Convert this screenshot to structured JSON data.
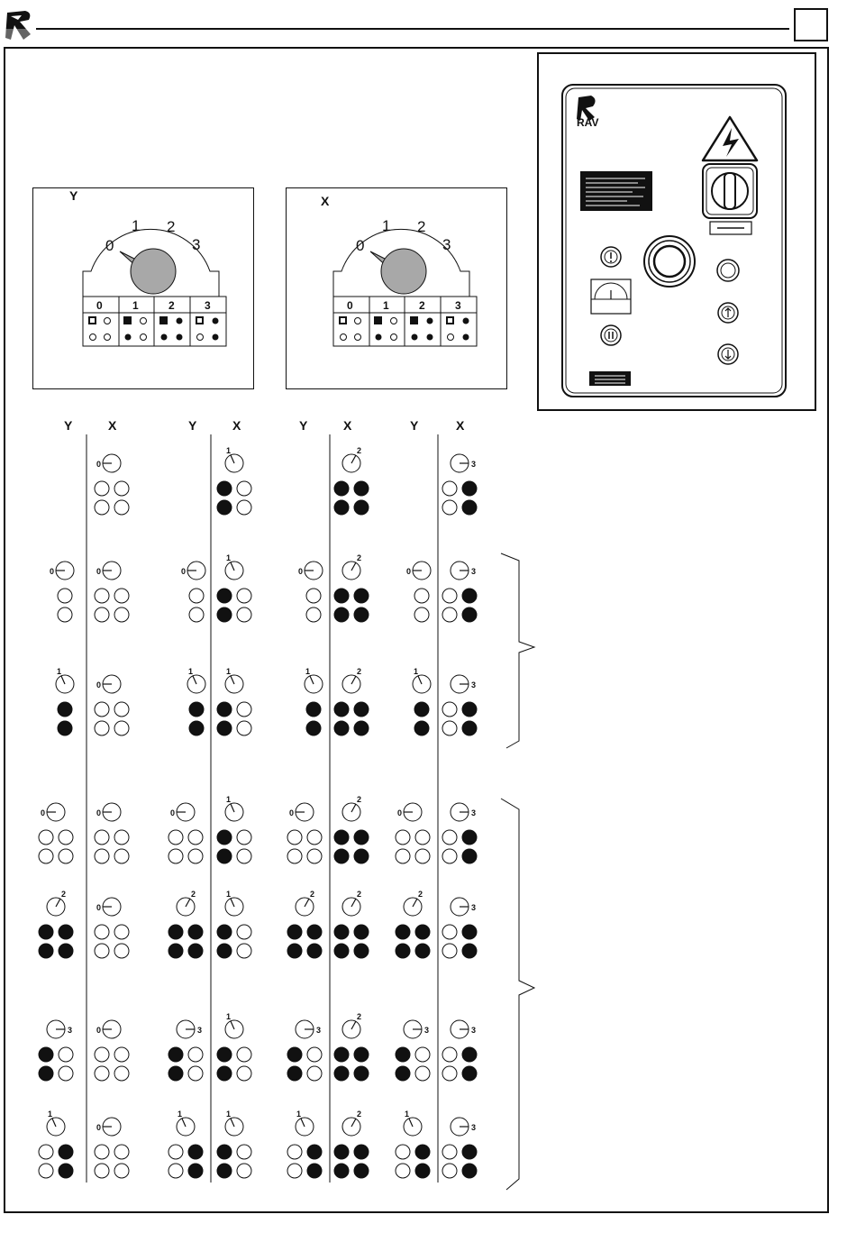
{
  "page": {
    "page_number": ""
  },
  "selector_y": {
    "axis_label": "Y",
    "dial_labels": [
      "0",
      "1",
      "2",
      "3"
    ],
    "table_headers": [
      "0",
      "1",
      "2",
      "3"
    ]
  },
  "selector_x": {
    "axis_label": "X",
    "dial_labels": [
      "0",
      "1",
      "2",
      "3"
    ],
    "table_headers": [
      "0",
      "1",
      "2",
      "3"
    ]
  },
  "panel": {
    "brand": "RAV",
    "icons": [
      "logo-icon",
      "high-voltage-warning-icon",
      "rotary-switch-icon",
      "emergency-stop-button-icon",
      "indicator-light-icon",
      "up-arrow-button-icon",
      "down-arrow-button-icon",
      "warning-button-icon",
      "dial-gauge-icon",
      "pause-button-icon",
      "label-plate-icon"
    ]
  },
  "columns": {
    "headers": [
      {
        "y": "Y",
        "x": "X"
      },
      {
        "y": "Y",
        "x": "X"
      },
      {
        "y": "Y",
        "x": "X"
      },
      {
        "y": "Y",
        "x": "X"
      }
    ]
  },
  "dial_numbers": {
    "n0": "0",
    "n1": "1",
    "n2": "2",
    "n3": "3"
  },
  "colors": {
    "line": "#111111",
    "knob": "#a8a8a8",
    "fill": "#111111"
  }
}
